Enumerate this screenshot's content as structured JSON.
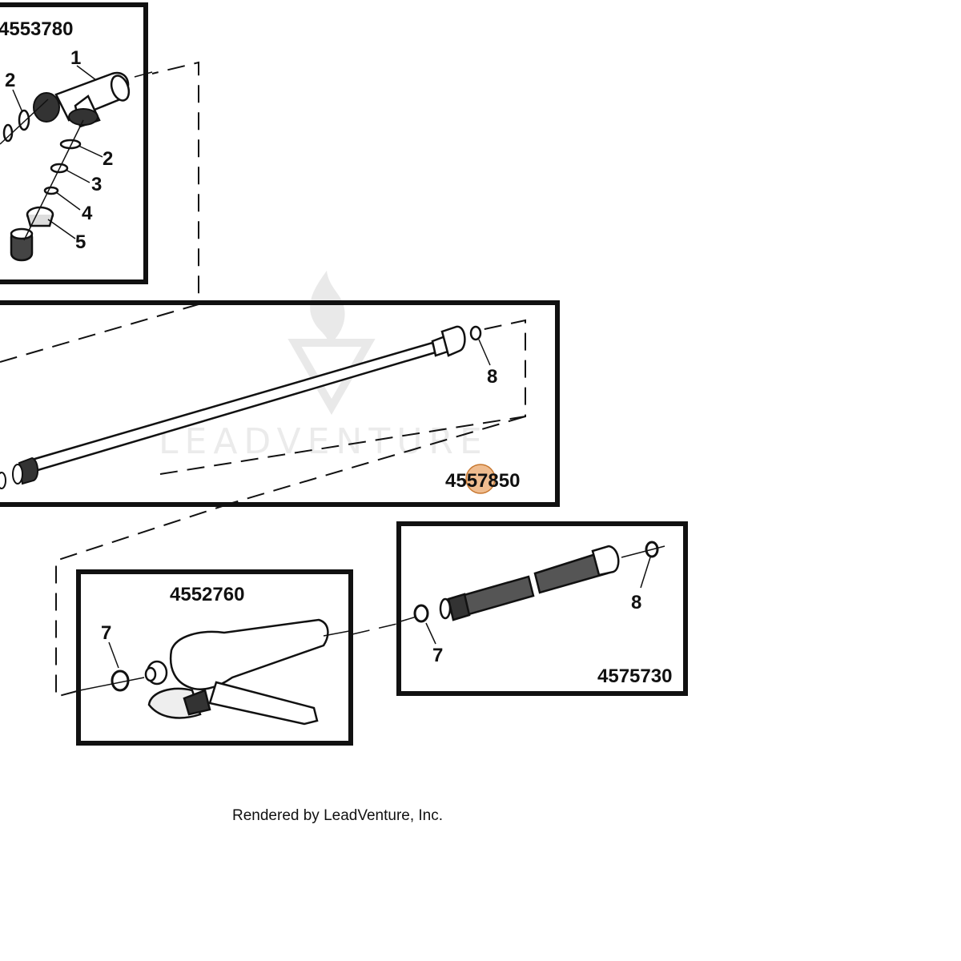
{
  "diagram": {
    "groups": [
      {
        "id": "g1",
        "part_number": "4553780",
        "callouts": [
          "1",
          "2",
          "2",
          "3",
          "4",
          "5"
        ]
      },
      {
        "id": "g2",
        "part_number": "4557850",
        "callouts": [
          "8"
        ]
      },
      {
        "id": "g3",
        "part_number": "4552760",
        "callouts": [
          "7"
        ]
      },
      {
        "id": "g4",
        "part_number": "4575730",
        "callouts": [
          "7",
          "8"
        ]
      }
    ],
    "watermark": "LEADVENTURE",
    "footer": "Rendered by LeadVenture, Inc."
  },
  "colors": {
    "line": "#111111",
    "hotspot": "#e8a060",
    "watermark": "#d9d9d9"
  }
}
